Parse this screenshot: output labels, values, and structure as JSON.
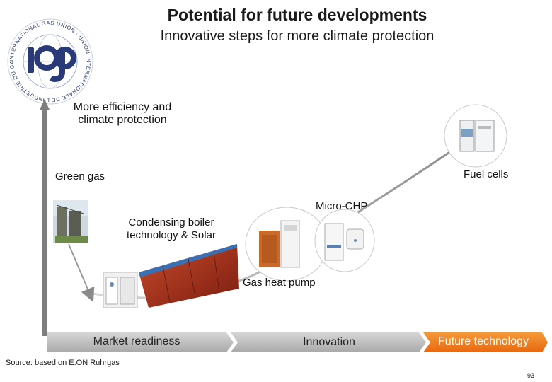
{
  "header": {
    "title": "Potential for future developments",
    "subtitle": "Innovative steps for more climate protection"
  },
  "logo": {
    "letters": "igu",
    "ring_text": "INTERNATIONAL GAS UNION · UNION INTERNATIONALE DE L'INDUSTRIE DU GAZ"
  },
  "diagram": {
    "y_axis_label": "More efficiency and climate protection",
    "items": {
      "green_gas": "Green gas",
      "fuel_cells": "Fuel cells",
      "micro_chp": "Micro-CHP",
      "condensing": "Condensing boiler technology & Solar",
      "heat_pump": "Gas heat pump"
    },
    "stages": [
      "Market readiness",
      "Innovation",
      "Future technology"
    ]
  },
  "footer": {
    "source": "Source: based on E.ON Ruhrgas",
    "page": "93"
  },
  "colors": {
    "axis": "#7a7a7a",
    "arrow": "#8a8a8a",
    "bar_gray": "#b9b9b9",
    "future_orange": "#f07a1a",
    "logo_blue": "#2a3a78"
  }
}
